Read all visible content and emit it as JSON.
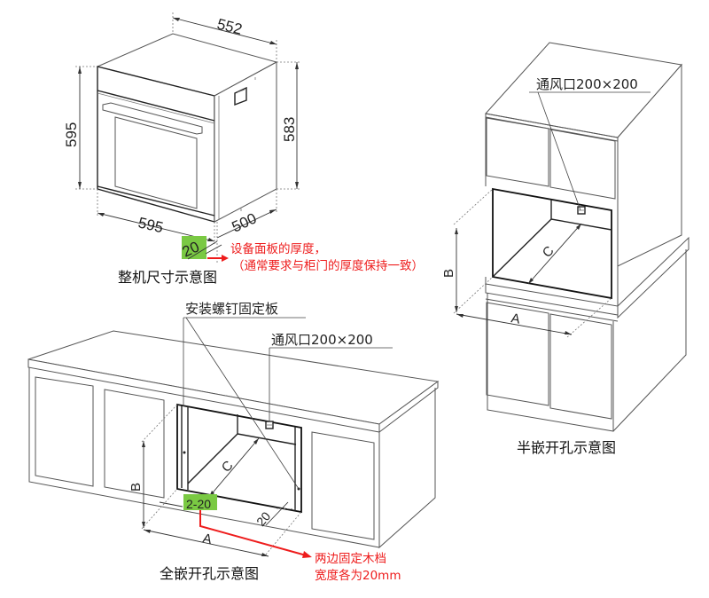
{
  "colors": {
    "line": "#555555",
    "highlight_green": "#7ac943",
    "annotation_red": "#ee1c1c",
    "background": "#ffffff"
  },
  "oven_dimensions": {
    "caption": "整机尺寸示意图",
    "depth_top": "552",
    "height_left": "595",
    "height_right": "583",
    "width_front": "595",
    "depth_bottom": "500",
    "panel_thickness": "20",
    "note_line1": "设备面板的厚度，",
    "note_line2": "（通常要求与柜门的厚度保持一致）"
  },
  "half_embedded": {
    "caption": "半嵌开孔示意图",
    "vent_label": "通风口200×200",
    "dim_a": "A",
    "dim_b": "B",
    "dim_c": "C"
  },
  "full_embedded": {
    "caption": "全嵌开孔示意图",
    "screw_plate_label": "安装螺钉固定板",
    "vent_label": "通风口200×200",
    "dim_a": "A",
    "dim_b": "B",
    "dim_c": "C",
    "gap_label": "2-20",
    "side_width": "20",
    "note_line1": "两边固定木档",
    "note_line2": "宽度各为20mm"
  }
}
